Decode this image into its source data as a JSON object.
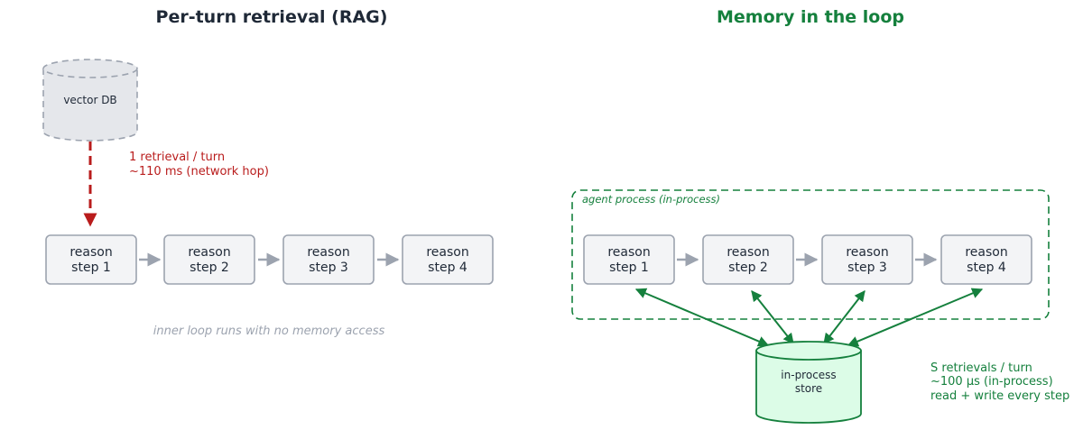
{
  "colors": {
    "dark_text": "#1f2937",
    "red": "#b91c1c",
    "green": "#15803d",
    "gray": "#9ca3af",
    "box_fill": "#f3f4f6",
    "db_fill_gray": "#e5e7eb",
    "db_fill_green": "#dcfce7"
  },
  "left": {
    "title": "Per-turn retrieval (RAG)",
    "db_label": "vector DB",
    "retrieval_note": [
      "1 retrieval / turn",
      "~110 ms (network hop)"
    ],
    "steps": [
      [
        "reason",
        "step 1"
      ],
      [
        "reason",
        "step 2"
      ],
      [
        "reason",
        "step 3"
      ],
      [
        "reason",
        "step 4"
      ]
    ],
    "footer_note": "inner loop runs with no memory access"
  },
  "right": {
    "title": "Memory in the loop",
    "container_label": "agent process (in-process)",
    "steps": [
      [
        "reason",
        "step 1"
      ],
      [
        "reason",
        "step 2"
      ],
      [
        "reason",
        "step 3"
      ],
      [
        "reason",
        "step 4"
      ]
    ],
    "store_label": [
      "in-process",
      "store"
    ],
    "retrieval_note": [
      "S retrievals / turn",
      "~100 µs (in-process)",
      "read + write every step"
    ]
  }
}
